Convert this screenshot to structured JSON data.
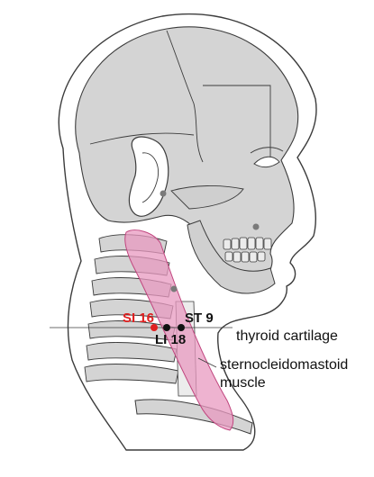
{
  "colors": {
    "skull": "#d4d4d4",
    "outline": "#3c3c3c",
    "muscle": "#e89ac0",
    "muscle_edge": "#c0457e",
    "point_red": "#e02020",
    "point_black": "#111111",
    "point_grey": "#7a7a7a",
    "label_red": "#e02020",
    "label_black": "#111111"
  },
  "points": {
    "si16": {
      "label": "SI 16"
    },
    "st9": {
      "label": "ST 9"
    },
    "li18": {
      "label": "LI 18"
    }
  },
  "labels": {
    "thyroid": "thyroid cartilage",
    "scm_line1": "sternocleidomastoid",
    "scm_line2": "muscle"
  }
}
